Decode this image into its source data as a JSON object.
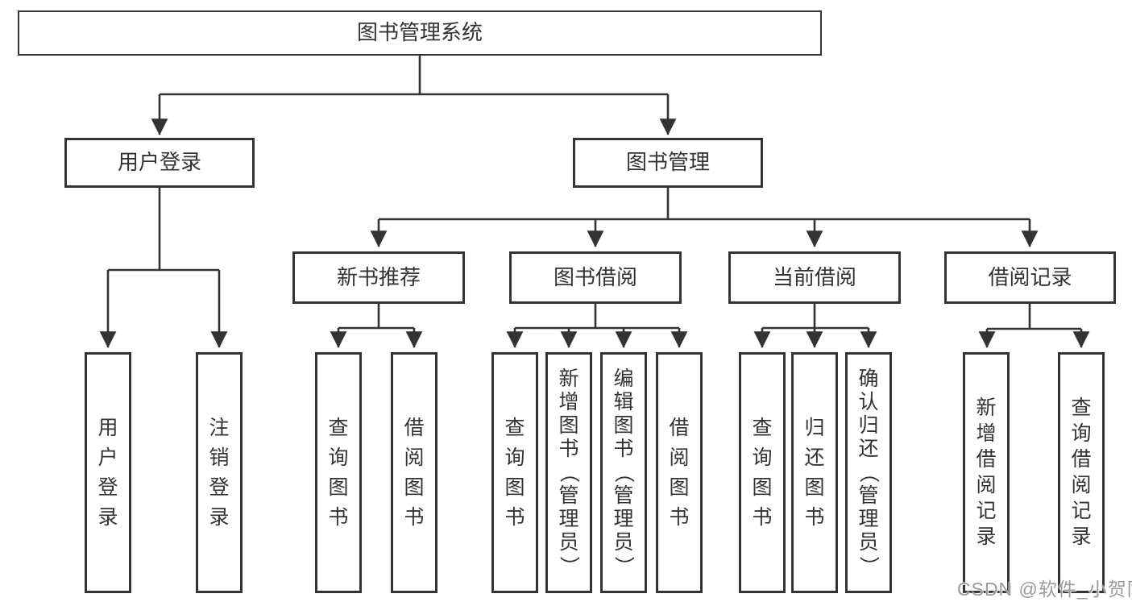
{
  "diagram": {
    "root": {
      "label": "图书管理系统"
    },
    "level2": [
      {
        "label": "用户登录",
        "parent": "图书管理系统"
      },
      {
        "label": "图书管理",
        "parent": "图书管理系统"
      }
    ],
    "level3": [
      {
        "label": "新书推荐",
        "parent": "图书管理"
      },
      {
        "label": "图书借阅",
        "parent": "图书管理"
      },
      {
        "label": "当前借阅",
        "parent": "图书管理"
      },
      {
        "label": "借阅记录",
        "parent": "图书管理"
      }
    ],
    "leaves": [
      {
        "label": "用户登录",
        "parent": "用户登录"
      },
      {
        "label": "注销登录",
        "parent": "用户登录"
      },
      {
        "label": "查询图书",
        "parent": "新书推荐"
      },
      {
        "label": "借阅图书",
        "parent": "新书推荐"
      },
      {
        "label": "查询图书",
        "parent": "图书借阅"
      },
      {
        "label": "新增图书（管理员）",
        "parent": "图书借阅"
      },
      {
        "label": "编辑图书（管理员）",
        "parent": "图书借阅"
      },
      {
        "label": "借阅图书",
        "parent": "图书借阅"
      },
      {
        "label": "查询图书",
        "parent": "当前借阅"
      },
      {
        "label": "归还图书",
        "parent": "当前借阅"
      },
      {
        "label": "确认归还（管理员）",
        "parent": "当前借阅"
      },
      {
        "label": "新增借阅记录",
        "parent": "借阅记录"
      },
      {
        "label": "查询借阅记录",
        "parent": "借阅记录"
      }
    ]
  },
  "watermark": {
    "text": "CSDN @软件_小贺同学"
  },
  "colors": {
    "background": "#ffffff",
    "line": "#333333",
    "box_border": "#333333",
    "box_fill": "#ffffff",
    "label_text": "#333333",
    "watermark_text": "#9b9b9b"
  }
}
